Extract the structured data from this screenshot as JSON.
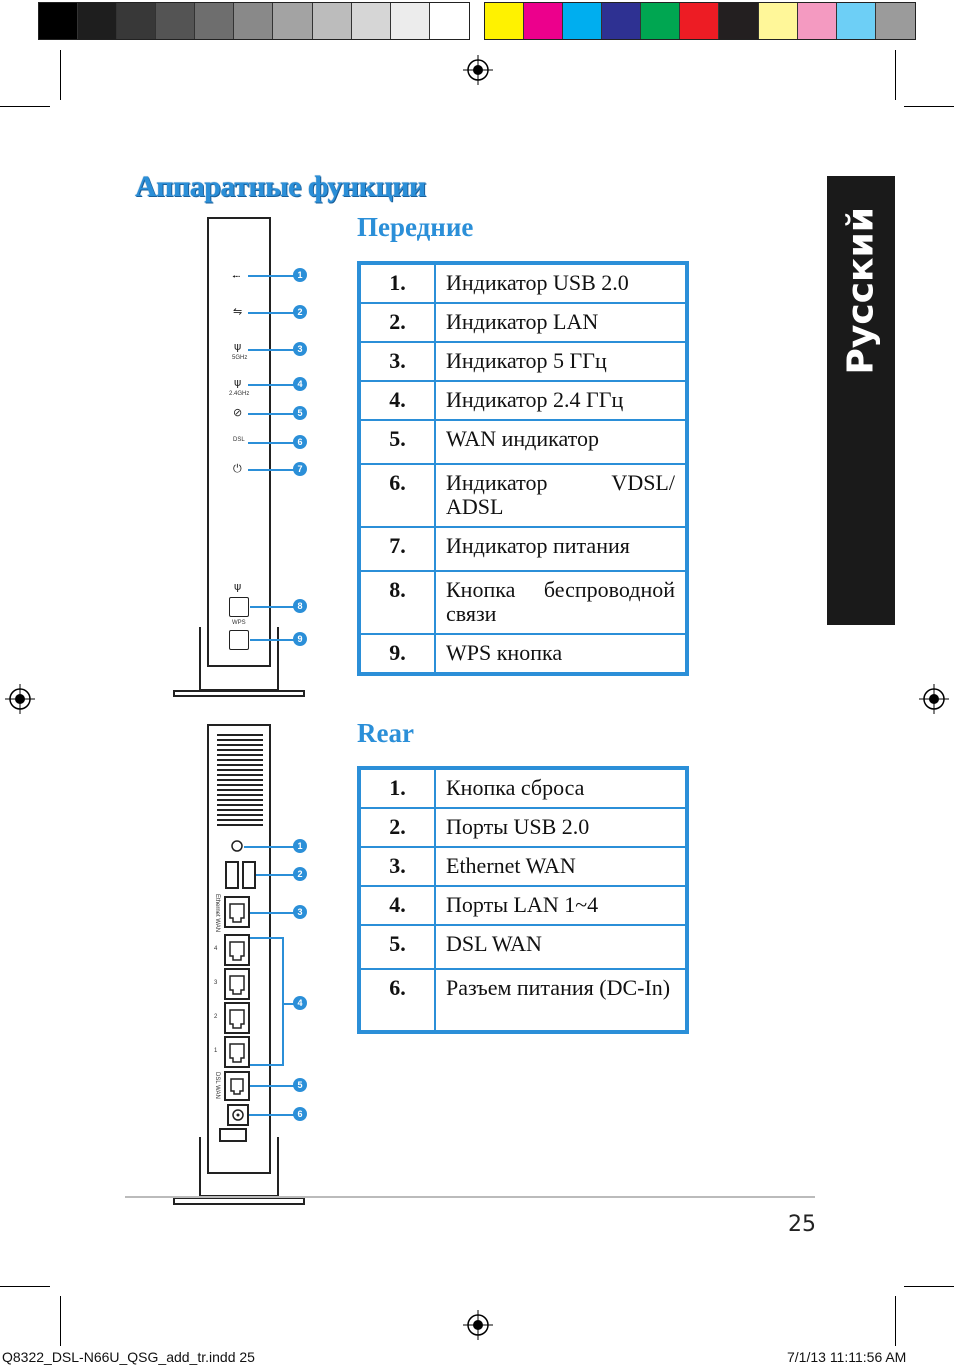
{
  "colors": {
    "accent": "#2b8fd8",
    "grays": [
      "#000000",
      "#1e1e1e",
      "#383838",
      "#545454",
      "#6e6e6e",
      "#898989",
      "#a3a3a3",
      "#bcbcbc",
      "#d6d6d6",
      "#ececec",
      "#ffffff"
    ],
    "process": [
      "#fff200",
      "#ec008c",
      "#00aeef",
      "#2e3192",
      "#00a651",
      "#ed1c24",
      "#231f20",
      "#fff799",
      "#f49ac1",
      "#6dcff6",
      "#9b9b9b"
    ]
  },
  "page": {
    "title": "Аппаратные функции",
    "lang_tab": "Русский",
    "page_number": "25",
    "slug_left": "Q8322_DSL-N66U_QSG_add_tr.indd   25",
    "slug_right": "7/1/13   11:11:56 AM"
  },
  "front": {
    "heading": "Передние",
    "rows": [
      {
        "n": "1.",
        "t": "Индикатор USB 2.0"
      },
      {
        "n": "2.",
        "t": "Индикатор LAN"
      },
      {
        "n": "3.",
        "t": "Индикатор 5 ГГц"
      },
      {
        "n": "4.",
        "t": "Индикатор 2.4 ГГц"
      },
      {
        "n": "5.",
        "t": "WAN индикатор"
      },
      {
        "n": "6.",
        "t": "Индикатор VDSL/ ADSL"
      },
      {
        "n": "7.",
        "t": "Индикатор питания"
      },
      {
        "n": "8.",
        "t": "Кнопка беспроводной связи"
      },
      {
        "n": "9.",
        "t": "WPS кнопка"
      }
    ],
    "device_labels": {
      "5ghz": "5GHz",
      "24ghz": "2.4GHz",
      "dsl": "DSL",
      "wps": "WPS"
    },
    "callouts": [
      "1",
      "2",
      "3",
      "4",
      "5",
      "6",
      "7",
      "8",
      "9"
    ],
    "icons": [
      "usb-icon",
      "lan-icon",
      "wifi-5ghz-icon",
      "wifi-24ghz-icon",
      "wan-globe-icon",
      "dsl-label",
      "power-icon",
      "wireless-button-icon"
    ]
  },
  "rear": {
    "heading": "Rear",
    "rows": [
      {
        "n": "1.",
        "t": "Кнопка сброса"
      },
      {
        "n": "2.",
        "t": "Порты USB 2.0"
      },
      {
        "n": "3.",
        "t": "Ethernet WAN"
      },
      {
        "n": "4.",
        "t": "Порты LAN 1~4"
      },
      {
        "n": "5.",
        "t": "DSL WAN"
      },
      {
        "n": "6.",
        "t": "Разъем питания (DC-In)"
      }
    ],
    "device_labels": {
      "ewan": "Ethernet WAN",
      "dslwan": "DSL WAN",
      "lan": [
        "4",
        "3",
        "2",
        "1"
      ]
    },
    "callouts": [
      "1",
      "2",
      "3",
      "4",
      "5",
      "6"
    ]
  }
}
